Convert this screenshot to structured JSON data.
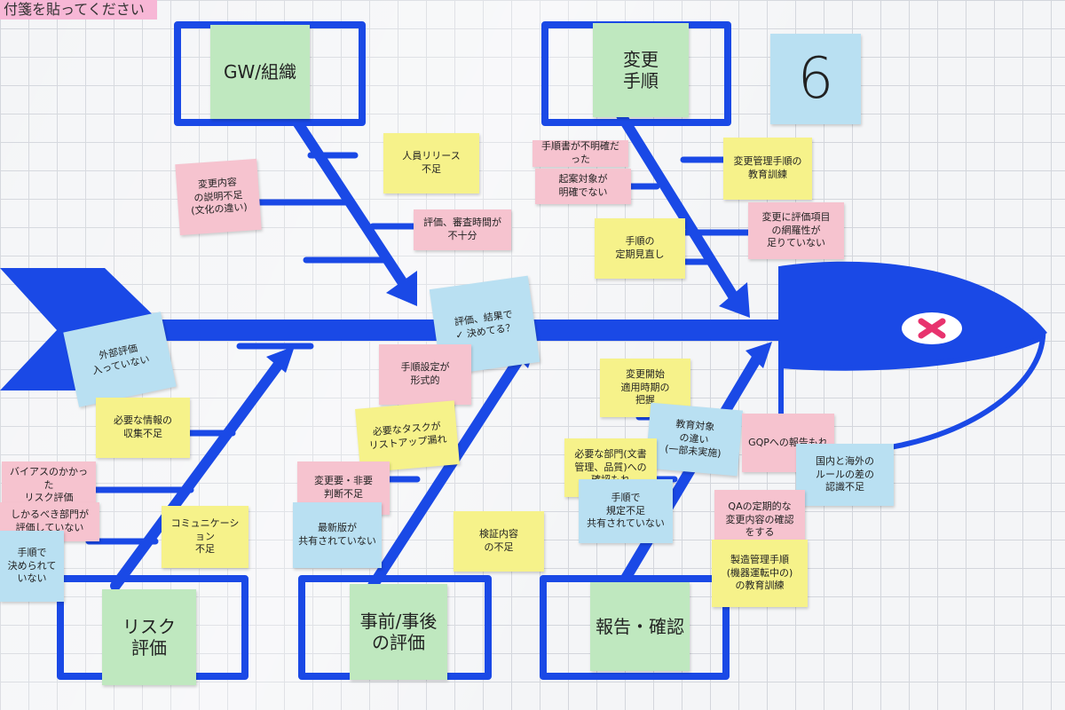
{
  "header": {
    "label": "付箋を貼ってください"
  },
  "board_number": "6",
  "diagram": {
    "line_color": "#1a49e6",
    "head_mark_color": "#e8336e"
  },
  "categories": {
    "top_left": "GW/組織",
    "top_right": "変更\n手順",
    "bottom_left": "リスク\n評価",
    "bottom_mid": "事前/事後\nの評価",
    "bottom_right": "報告・確認"
  },
  "notes": {
    "head": "評価、結果で\n✓ 決めてる？",
    "tl_1": "人員リリース\n不足",
    "tl_2": "評価、審査時間が\n不十分",
    "tl_3": "変更内容\nの説明不足\n(文化の違い)",
    "tr_1": "手順書が不明確だった",
    "tr_2": "起案対象が\n明確でない",
    "tr_3": "変更管理手順の\n教育訓練",
    "tr_4": "手順の\n定期見直し",
    "tr_5": "変更に評価項目\nの網羅性が\n足りていない",
    "bl_1": "外部評価\n入っていない",
    "bl_2": "必要な情報の\n収集不足",
    "bl_3": "バイアスのかかった\nリスク評価",
    "bl_4": "しかるべき部門が\n評価していない",
    "bl_5": "コミュニケーション\n不足",
    "bl_6": "手順で\n決められていない",
    "bm_1": "手順設定が\n形式的",
    "bm_2": "必要なタスクが\nリストアップ漏れ",
    "bm_3": "変更要・非要\n判断不足",
    "bm_4": "最新版が\n共有されていない",
    "bm_5": "検証内容\nの不足",
    "br_1": "変更開始\n適用時期の\n把握",
    "br_2": "教育対象\nの違い\n(一部未実施)",
    "br_3": "GQPへの報告もれ",
    "br_4": "国内と海外の\nルールの差の\n認識不足",
    "br_5": "必要な部門(文書\n管理、品質)への\n確認もれ",
    "br_6": "手順で\n規定不足\n共有されていない",
    "br_7": "QAの定期的な\n変更内容の確認\nをする",
    "br_8": "製造管理手順\n(機器運転中の)\nの教育訓練"
  }
}
